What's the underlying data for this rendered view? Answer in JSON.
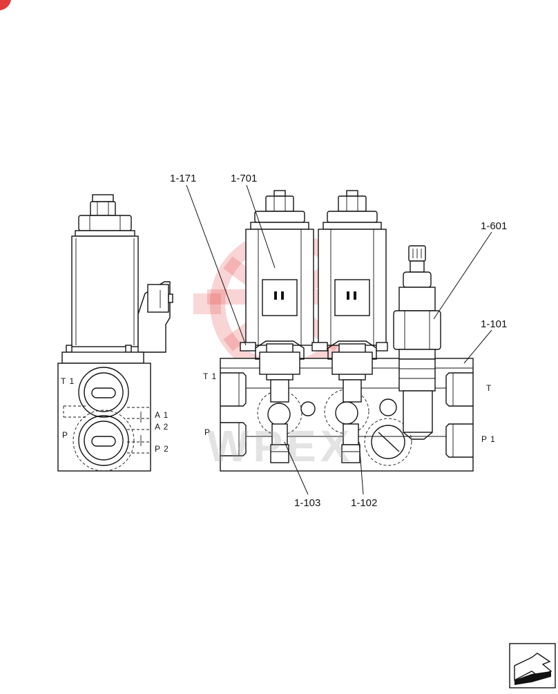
{
  "callouts": {
    "c171": "1-171",
    "c701": "1-701",
    "c601": "1-601",
    "c101": "1-101",
    "c103": "1-103",
    "c102": "1-102"
  },
  "ports": {
    "side_t1": "T 1",
    "side_p": "P",
    "side_a1": "A 1",
    "side_a2": "A 2",
    "side_p2": "P 2",
    "front_t1": "T 1",
    "front_p": "P",
    "front_t": "T",
    "front_p1": "P 1"
  },
  "watermark": {
    "text": "WPEX"
  },
  "icons": {
    "corner": "red-corner-mark-icon",
    "nav": "next-page-arrow-icon"
  },
  "colors": {
    "accent": "#e23b3b",
    "line": "#111111",
    "watermark_gray": "#9a9a9a"
  }
}
